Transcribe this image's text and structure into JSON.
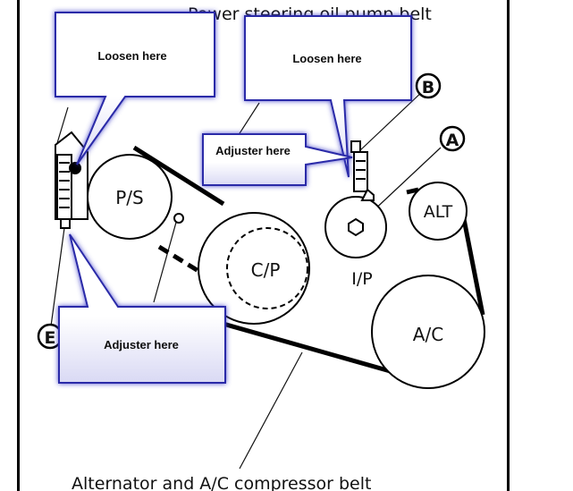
{
  "titles": {
    "top": "Power steering oil pump belt",
    "bottom": "Alternator and A/C compressor belt"
  },
  "pulleys": {
    "ps": "P/S",
    "cp": "C/P",
    "ip": "I/P",
    "alt": "ALT",
    "ac": "A/C"
  },
  "markers": {
    "a": "A",
    "b": "B",
    "e": "E"
  },
  "callouts": {
    "loosen_left": "Loosen here",
    "loosen_right": "Loosen here",
    "adjuster_top": "Adjuster here",
    "adjuster_bottom": "Adjuster here"
  },
  "colors": {
    "callout_fill": "#ffffff",
    "callout_border": "#2a2aa8",
    "callout_glow": "#3c3cc8"
  }
}
